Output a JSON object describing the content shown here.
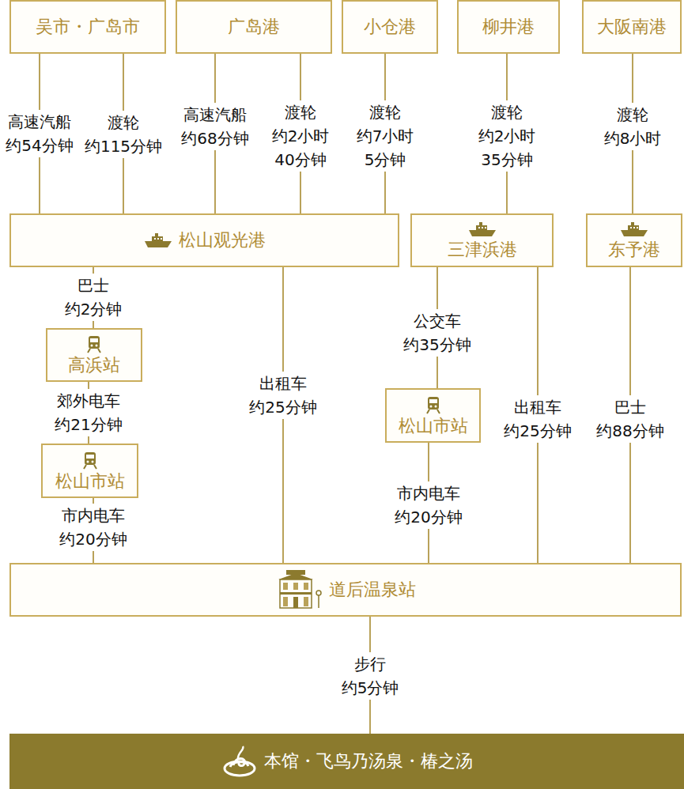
{
  "diagram": {
    "nodes": [
      {
        "text": [
          "吴市・广岛市"
        ]
      },
      {
        "text": [
          "广岛港"
        ]
      },
      {
        "text": [
          "小仓港"
        ]
      },
      {
        "text": [
          "柳井港"
        ]
      },
      {
        "text": [
          "大阪南港"
        ]
      },
      {
        "text": [
          "松山观光港"
        ]
      },
      {
        "text": [
          "三津浜港"
        ]
      },
      {
        "text": [
          "东予港"
        ]
      },
      {
        "text": [
          "高浜站"
        ]
      },
      {
        "text": [
          "松山市站"
        ]
      },
      {
        "text": [
          "松山市站"
        ]
      },
      {
        "text": [
          "道后温泉站"
        ]
      },
      {
        "text": [
          "本馆・飞鸟乃汤泉・椿之汤"
        ]
      }
    ],
    "edges": [
      {
        "from": 0,
        "to": 5,
        "arrow": "none",
        "label": "高速汽船 约54分钟"
      },
      {
        "from": 0,
        "to": 5,
        "arrow": "none",
        "label": "渡轮 约115分钟"
      },
      {
        "from": 1,
        "to": 5,
        "arrow": "none",
        "label": "高速汽船 约68分钟"
      },
      {
        "from": 1,
        "to": 5,
        "arrow": "none",
        "label": "渡轮 约2小时 40分钟"
      },
      {
        "from": 2,
        "to": 5,
        "arrow": "none",
        "label": "渡轮 约7小时 5分钟"
      },
      {
        "from": 3,
        "to": 6,
        "arrow": "none",
        "label": "渡轮 约2小时 35分钟"
      },
      {
        "from": 4,
        "to": 7,
        "arrow": "none",
        "label": "渡轮 约8小时"
      },
      {
        "from": 5,
        "to": 8,
        "arrow": "none",
        "label": "巴士 约2分钟"
      },
      {
        "from": 8,
        "to": 9,
        "arrow": "none",
        "label": "郊外电车 约21分钟"
      },
      {
        "from": 9,
        "to": 11,
        "arrow": "none",
        "label": "市内电车 约20分钟"
      },
      {
        "from": 5,
        "to": 11,
        "arrow": "none",
        "label": "出租车 约25分钟"
      },
      {
        "from": 6,
        "to": 10,
        "arrow": "none",
        "label": "公交车 约35分钟"
      },
      {
        "from": 10,
        "to": 11,
        "arrow": "none",
        "label": "市内电车 约20分钟"
      },
      {
        "from": 6,
        "to": 11,
        "arrow": "none",
        "label": "出租车 约25分钟"
      },
      {
        "from": 7,
        "to": 11,
        "arrow": "none",
        "label": "巴士 约88分钟"
      },
      {
        "from": 11,
        "to": 12,
        "arrow": "none",
        "label": "步行 约5分钟"
      }
    ]
  }
}
